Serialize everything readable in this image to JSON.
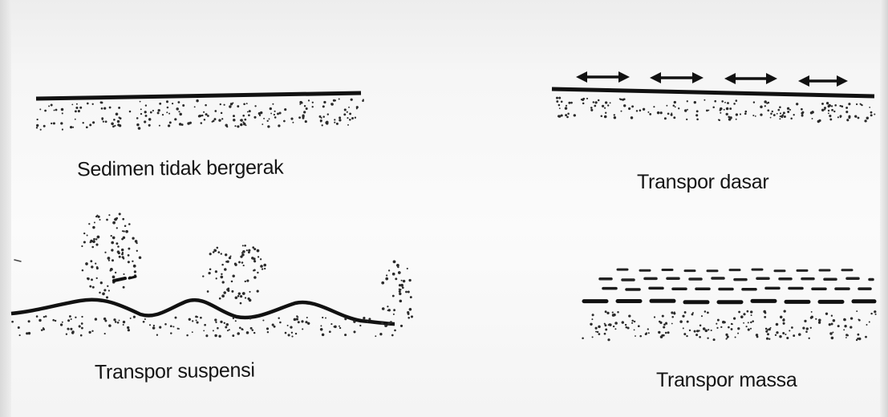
{
  "panels": [
    {
      "id": "stationary",
      "label": "Sedimen tidak bergerak"
    },
    {
      "id": "bedload",
      "label": "Transpor dasar"
    },
    {
      "id": "suspension",
      "label": "Transpor suspensi"
    },
    {
      "id": "mass",
      "label": "Transpor massa"
    }
  ],
  "colors": {
    "ink": "#141414",
    "dots": "#2a2a2a",
    "paper": "#f7f7f7"
  }
}
